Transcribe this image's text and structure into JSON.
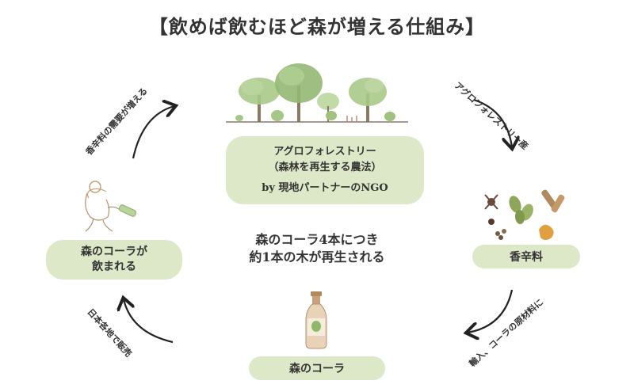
{
  "title": "【飲めば飲むほど森が増える仕組み】",
  "agroforestry": {
    "line1": "アグロフォレストリー",
    "line2": "（森林を再生する農法）",
    "line3": "by 現地パートナーのNGO"
  },
  "spice_label": "香辛料",
  "drink_label": {
    "line1": "森のコーラが",
    "line2": "飲まれる"
  },
  "cola_label": "森のコーラ",
  "center_text": {
    "line1": "森のコーラ4本につき",
    "line2": "約1本の木が再生される"
  },
  "arrow_labels": {
    "demand": "香辛料の需要が増える",
    "agro_produce": "アグロフォレストリー産",
    "import": "輸入、コーラの原材料に",
    "sale": "日本各地で販売"
  },
  "colors": {
    "pill": "#dce8c8",
    "arrow": "#222222",
    "tree": "#9cbf7a"
  }
}
